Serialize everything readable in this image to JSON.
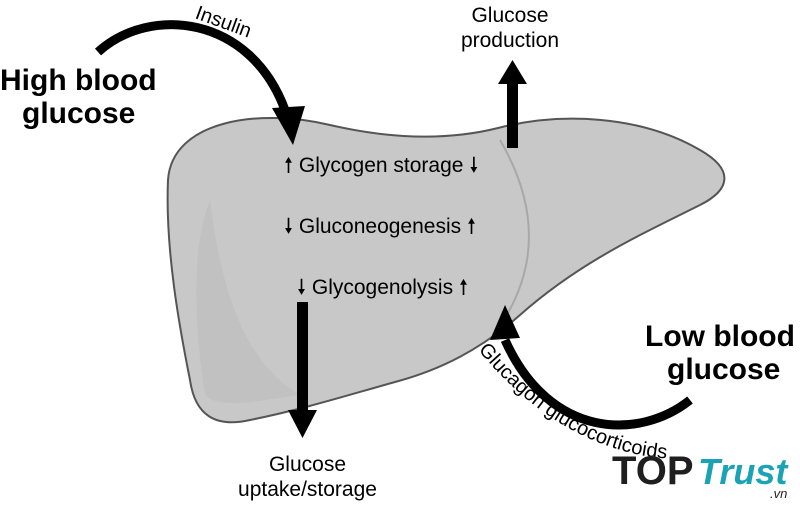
{
  "labels": {
    "high_blood": "High blood",
    "high_glucose": "glucose",
    "low_blood": "Low blood",
    "low_glucose": "glucose",
    "insulin": "Insulin",
    "glucose_production_1": "Glucose",
    "glucose_production_2": "production",
    "glucose_uptake_1": "Glucose",
    "glucose_uptake_2": "uptake/storage",
    "glucagon": "Glucagon glucocorticoids"
  },
  "processes": [
    {
      "name": "Glycogen storage",
      "left_arrow": "up",
      "right_arrow": "down"
    },
    {
      "name": "Gluconeogenesis",
      "left_arrow": "down",
      "right_arrow": "up"
    },
    {
      "name": "Glycogenolysis",
      "left_arrow": "down",
      "right_arrow": "up"
    }
  ],
  "watermark": {
    "top": "TOP",
    "trust": "Trust",
    "domain": ".vn"
  },
  "colors": {
    "liver_fill": "#c8c8c8",
    "liver_stroke": "#555555",
    "arrow": "#000000",
    "watermark_dark": "#1f1f1f",
    "watermark_teal": "#1aa3b5"
  }
}
